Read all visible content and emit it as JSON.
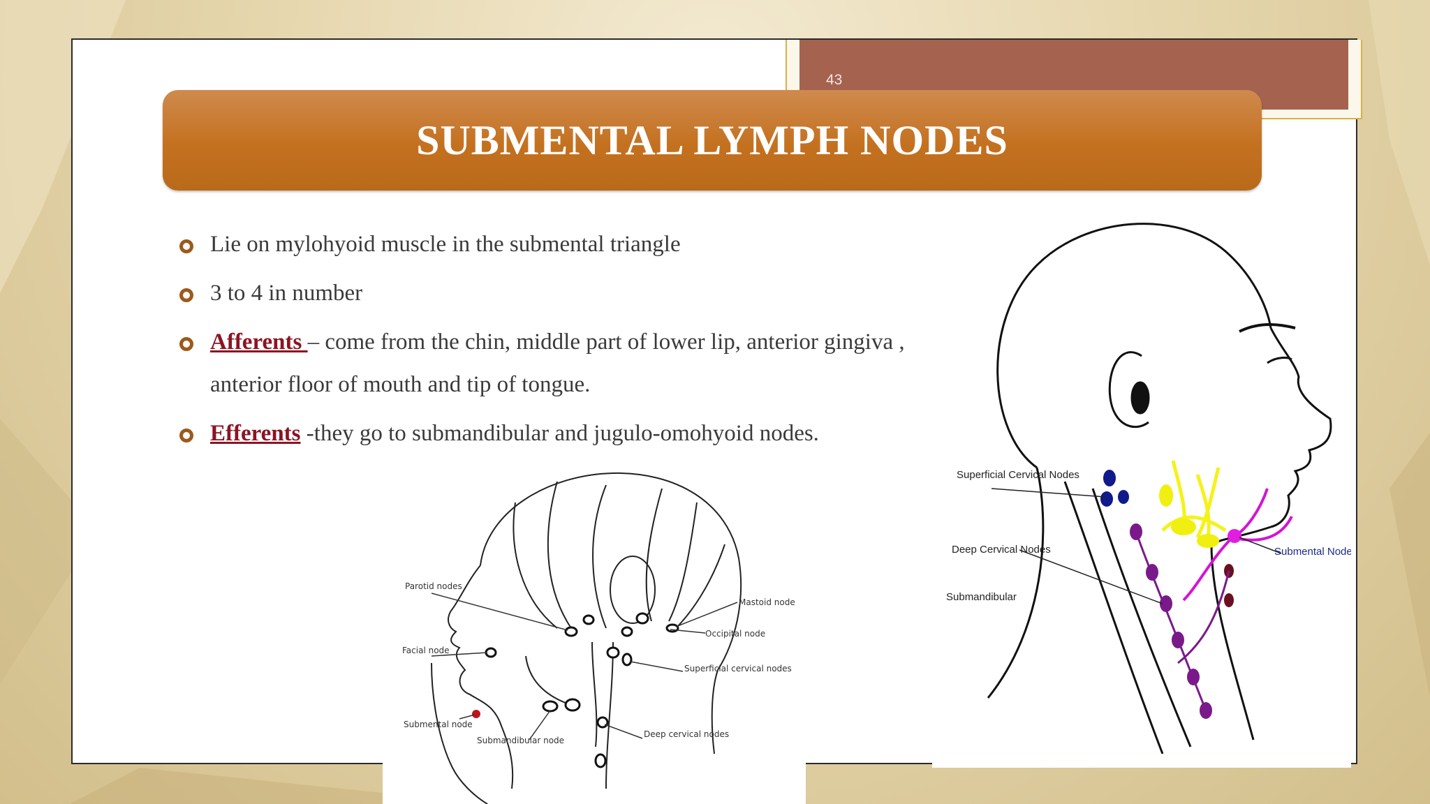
{
  "slide": {
    "number": "43",
    "title": "SUBMENTAL LYMPH NODES"
  },
  "bullets": [
    {
      "text": "Lie on mylohyoid muscle in the submental triangle"
    },
    {
      "text": "3 to 4 in number"
    },
    {
      "term": "Afferents ",
      "text": "– come from the chin, middle part of lower lip, anterior gingiva , anterior floor of mouth and tip of tongue."
    },
    {
      "term": "Efferents",
      "text": "  -they go to submandibular and jugulo-omohyoid nodes."
    }
  ],
  "figure_left": {
    "labels": {
      "parotid": "Parotid nodes",
      "facial": "Facial node",
      "submental": "Submental node",
      "submandibular": "Submandibular node",
      "mastoid": "Mastoid node",
      "occipital": "Occipital node",
      "superficial_cervical": "Superficial cervical nodes",
      "deep_cervical": "Deep cervical nodes"
    }
  },
  "figure_right": {
    "labels": {
      "superficial_cervical": "Superficial Cervical Nodes",
      "deep_cervical": "Deep Cervical Nodes",
      "submandibular": "Submandibular",
      "submental": "Submental Nodes"
    }
  },
  "colors": {
    "title_bar": "#c4711f",
    "term": "#8c1423",
    "bullet_marker": "#9c5a1b",
    "number_tab": "#a5634f"
  }
}
